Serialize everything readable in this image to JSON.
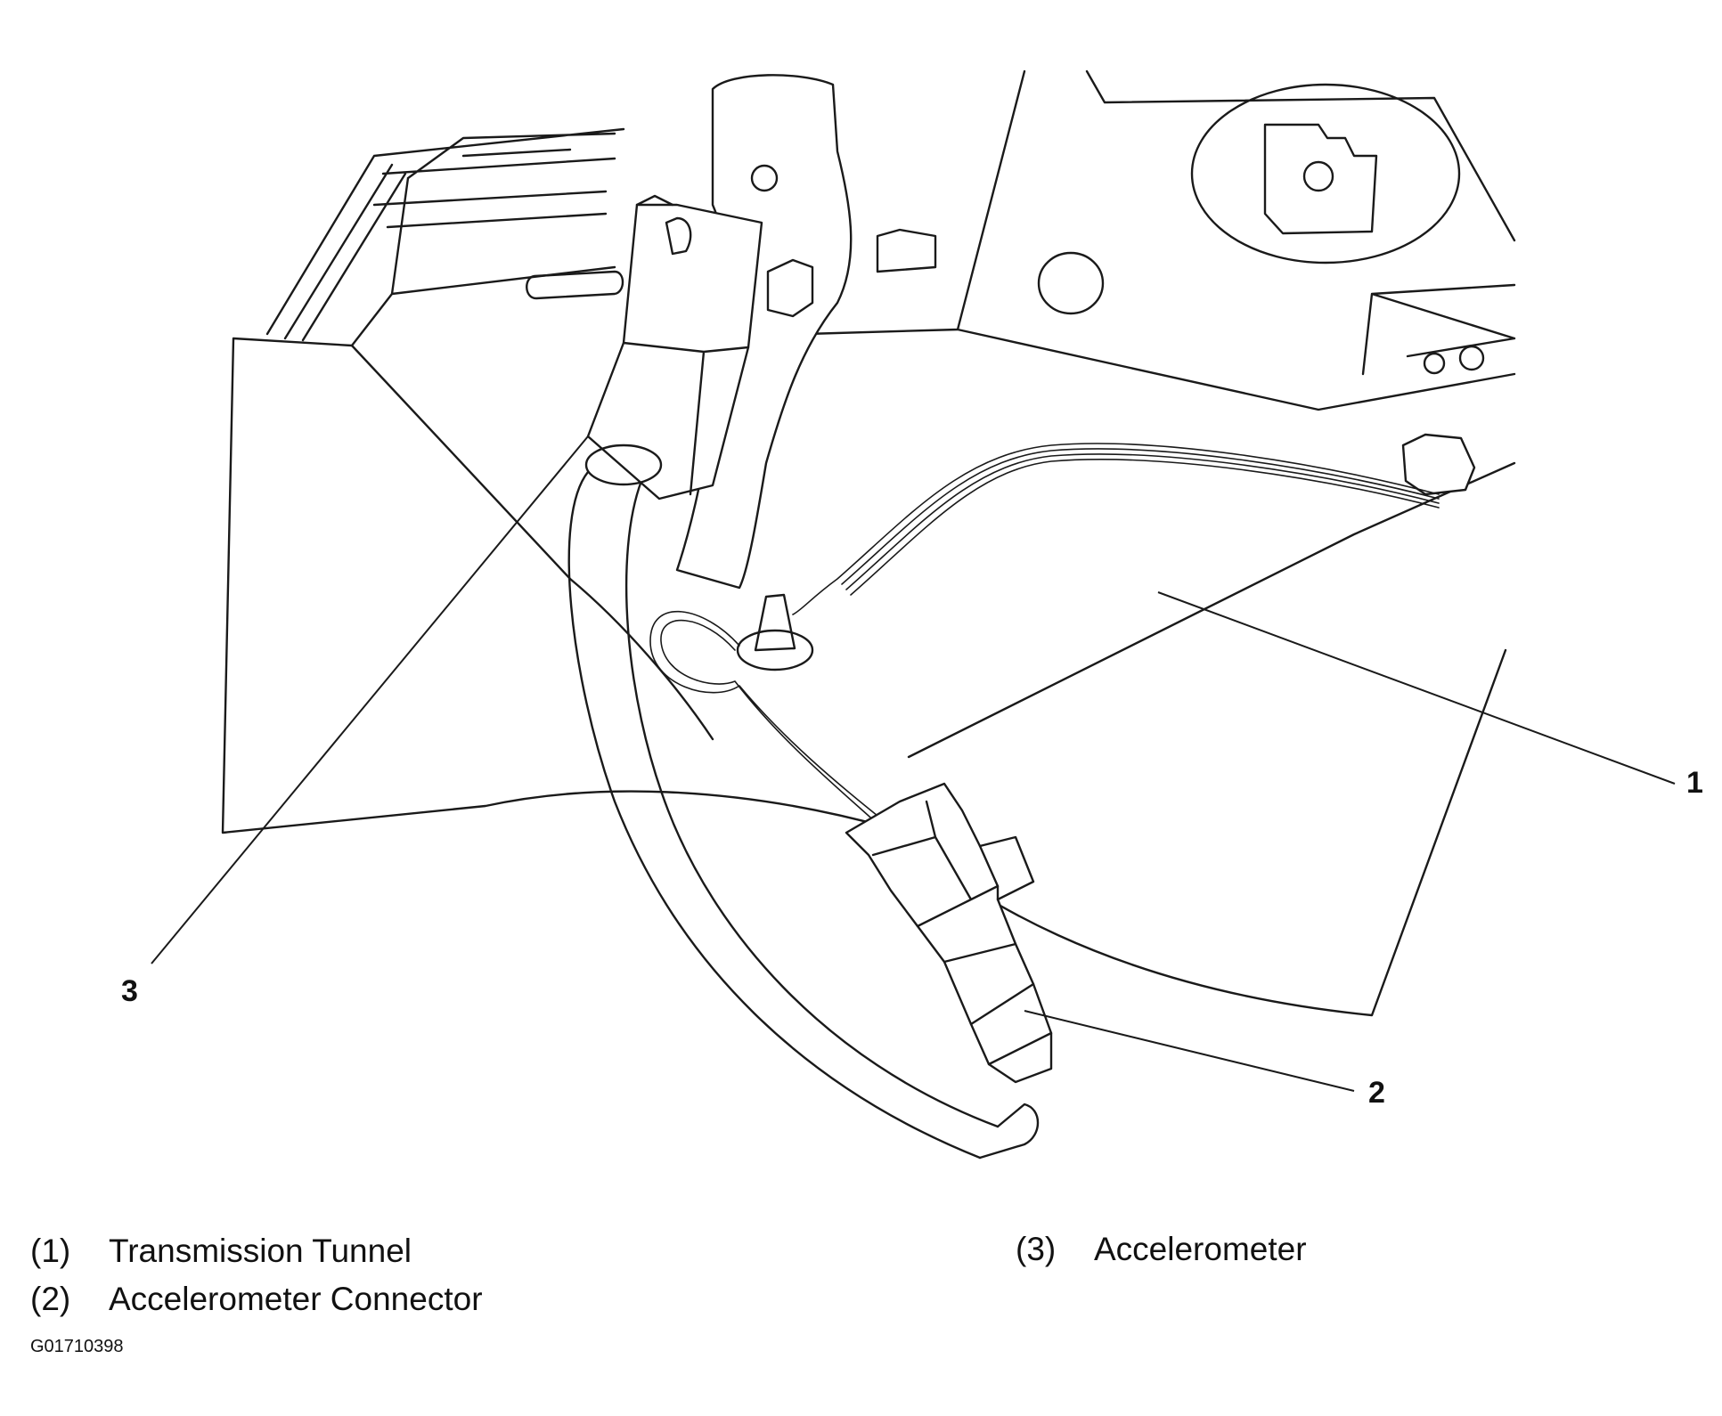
{
  "callouts": [
    {
      "number": "1"
    },
    {
      "number": "2"
    },
    {
      "number": "3"
    }
  ],
  "legend": [
    {
      "number": "(1)",
      "label": "Transmission Tunnel"
    },
    {
      "number": "(2)",
      "label": "Accelerometer Connector"
    },
    {
      "number": "(3)",
      "label": "Accelerometer"
    }
  ],
  "figure_code": "G01710398"
}
